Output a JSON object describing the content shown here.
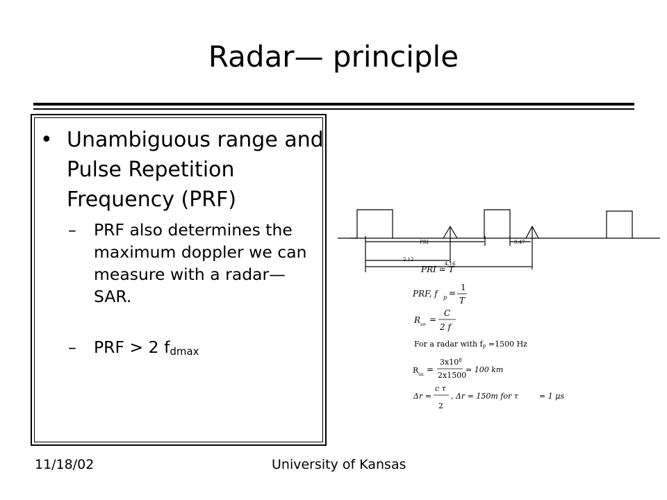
{
  "slide": {
    "title": "Radar— principle",
    "bullet_text": "Unambiguous range and Pulse Repetition Frequency (PRF)",
    "sub1_text": "PRF also determines the maximum doppler we can measure with a radar— SAR.",
    "sub2_prefix": "PRF > 2 f",
    "sub2_subscript": "dmax",
    "bullet_marker": "•",
    "dash_marker": "–"
  },
  "diagram": {
    "pri_label": "PRI",
    "label_047": "0.47",
    "label_212": "2.12",
    "label_416": "4.16",
    "eq1": "PRI = T",
    "eq2_left": "PRF, f",
    "eq2_sub": "p",
    "eq2_num": "1",
    "eq2_den": "T",
    "eq3_left": "R",
    "eq3_sub": "un",
    "eq3_num": "C",
    "eq3_den": "2 f",
    "eq4": "For a radar with f",
    "eq4_sub": "P",
    "eq4_rest": " =1500 Hz",
    "eq5_left": "R",
    "eq5_sub": "un",
    "eq5_num": "3x10",
    "eq5_sup": "8",
    "eq5_den": "2x1500",
    "eq5_result": "= 100 km",
    "eq6_left": "Δr =",
    "eq6_num": "c τ",
    "eq6_den": "2",
    "eq6_mid": ",   Δr = 150m for τ",
    "eq6_end": " = 1 μs"
  },
  "footer": {
    "date": "11/18/02",
    "org": "University of Kansas"
  }
}
